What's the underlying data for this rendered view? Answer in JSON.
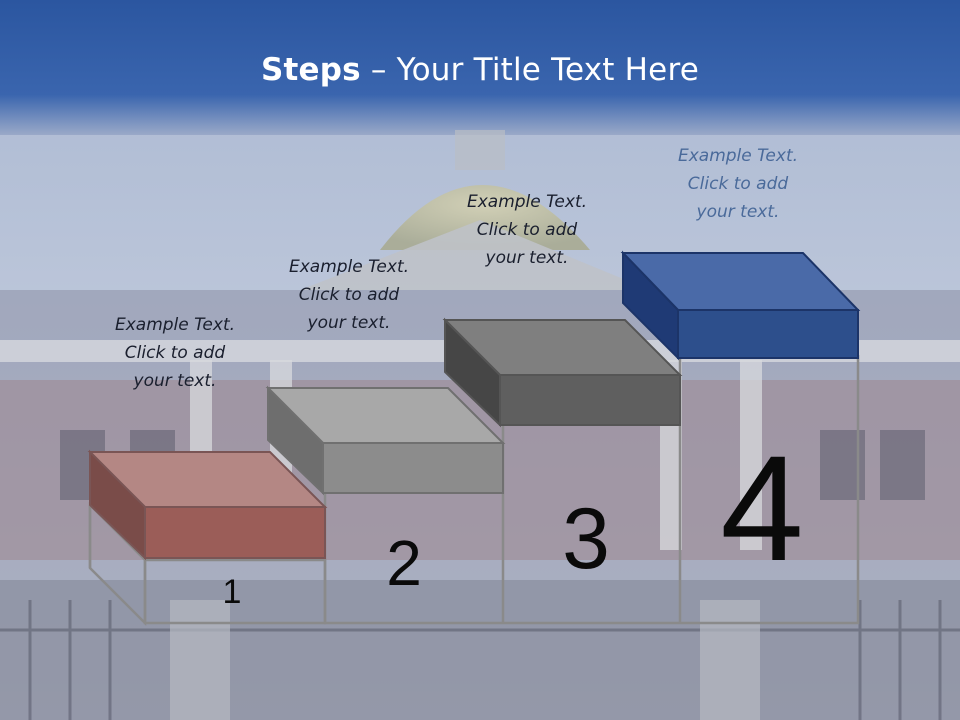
{
  "title": {
    "bold": "Steps",
    "rest": " – Your Title Text Here"
  },
  "steps": [
    {
      "number": "1",
      "lines": [
        "Example Text.",
        "Click  to add",
        "your text."
      ],
      "color": "#9a5a55"
    },
    {
      "number": "2",
      "lines": [
        "Example Text.",
        "Click  to add",
        "your text."
      ],
      "color": "#8e8e8e"
    },
    {
      "number": "3",
      "lines": [
        "Example Text.",
        "Click  to add",
        "your text."
      ],
      "color": "#6a6a6a"
    },
    {
      "number": "4",
      "lines": [
        "Example Text.",
        "Click  to add",
        "your text."
      ],
      "color": "#2d4f8c"
    }
  ],
  "colors": {
    "header": "#2f5aa0",
    "sky": "#c8d0e0"
  }
}
